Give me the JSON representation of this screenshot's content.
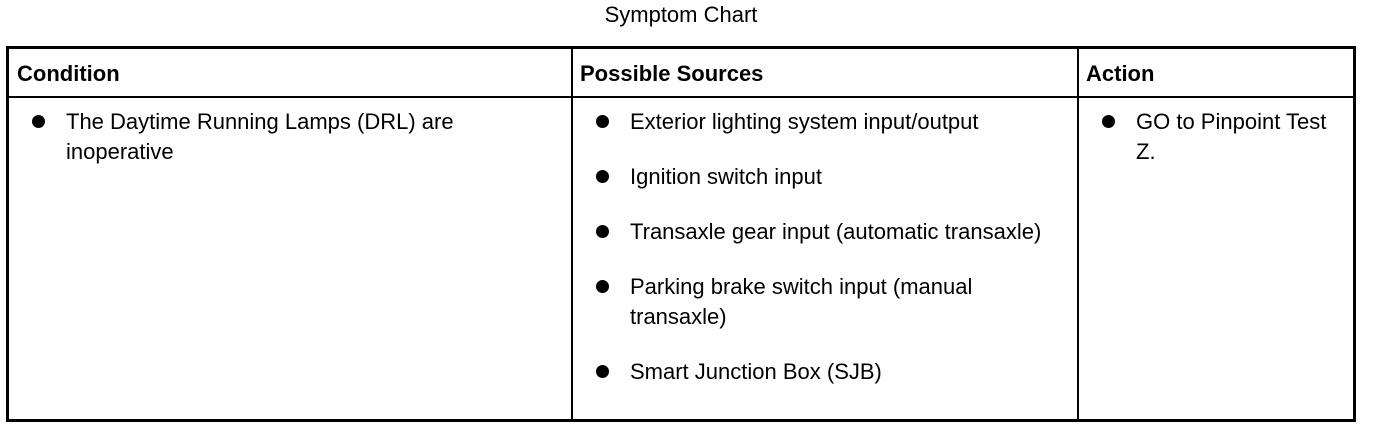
{
  "title": "Symptom Chart",
  "headers": {
    "condition": "Condition",
    "possible_sources": "Possible Sources",
    "action": "Action"
  },
  "condition": [
    "The Daytime Running Lamps (DRL) are inoperative"
  ],
  "possible_sources": [
    "Exterior lighting system input/output",
    "Ignition switch input",
    "Transaxle gear input (automatic transaxle)",
    "Parking brake switch input (manual transaxle)",
    "Smart Junction Box (SJB)"
  ],
  "action": [
    "GO to Pinpoint Test Z."
  ]
}
